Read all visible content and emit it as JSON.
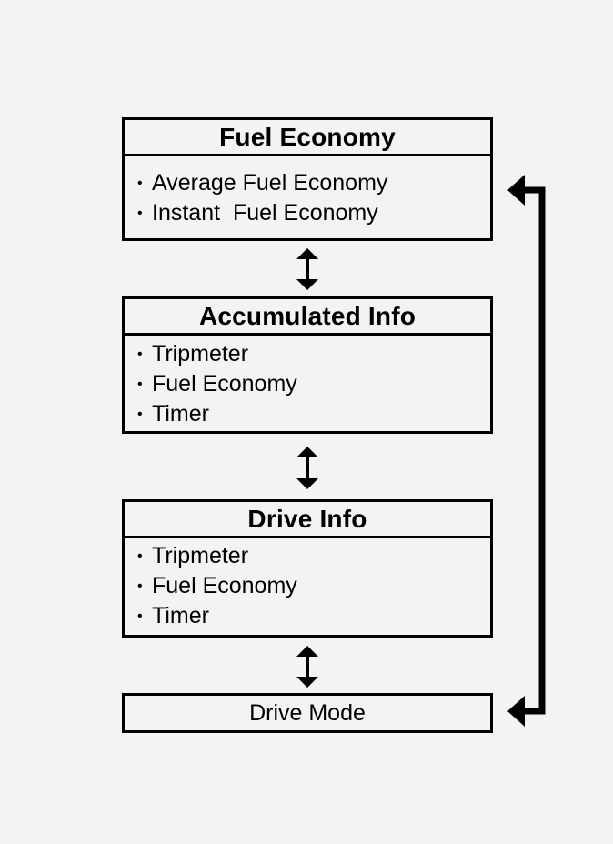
{
  "diagram": {
    "sections": [
      {
        "title": "Fuel Economy",
        "items": [
          "Average Fuel Economy",
          "Instant  Fuel Economy"
        ]
      },
      {
        "title": "Accumulated Info",
        "items": [
          "Tripmeter",
          "Fuel Economy",
          "Timer"
        ]
      },
      {
        "title": "Drive Info",
        "items": [
          "Tripmeter",
          "Fuel Economy",
          "Timer"
        ]
      }
    ],
    "bullet": "•",
    "mode_label": "Drive Mode",
    "colors": {
      "background": "#f2f3f2",
      "line": "#000000"
    }
  }
}
